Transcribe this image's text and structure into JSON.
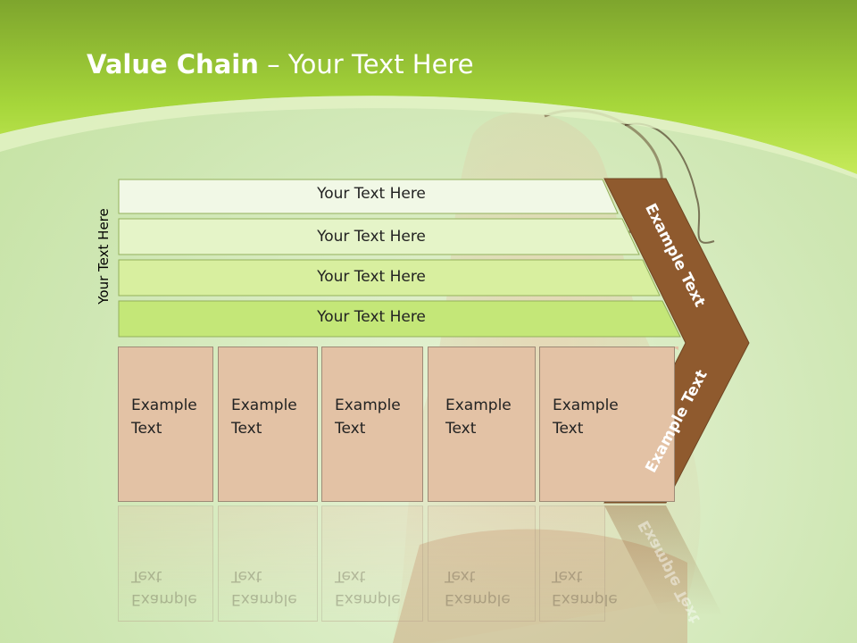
{
  "title": {
    "bold": "Value Chain",
    "rest": " – Your Text Here"
  },
  "side_label": "Your Text Here",
  "rows": [
    {
      "label": "Your Text Here"
    },
    {
      "label": "Your Text Here"
    },
    {
      "label": "Your Text Here"
    },
    {
      "label": "Your Text Here"
    }
  ],
  "boxes": [
    {
      "line1": "Example",
      "line2": "Text"
    },
    {
      "line1": "Example",
      "line2": "Text"
    },
    {
      "line1": "Example",
      "line2": "Text"
    },
    {
      "line1": "Example",
      "line2": "Text"
    },
    {
      "line1": "Example",
      "line2": "Text"
    }
  ],
  "chevron": {
    "upper_label": "Example Text",
    "lower_label": "Example Text",
    "color": "#8f5a2e"
  },
  "colors": {
    "header_green": "#8fc43a",
    "row1": "#f1f8e6",
    "row2": "#e5f4c8",
    "row3": "#d8ef9f",
    "row4": "#c4e778",
    "box": "#e3c2a5"
  }
}
